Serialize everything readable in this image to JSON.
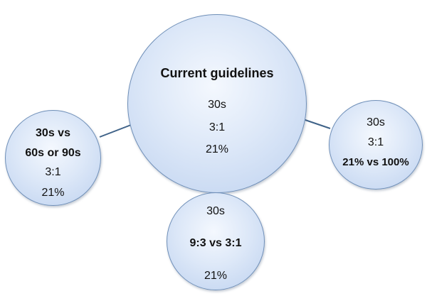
{
  "diagram": {
    "center": {
      "title": "Current guidelines",
      "lines": [
        "30s",
        "3:1",
        "21%"
      ]
    },
    "left": {
      "lines": [
        "30s vs",
        "60s or 90s",
        "3:1",
        "21%"
      ]
    },
    "right": {
      "lines": [
        "30s",
        "3:1",
        "21% vs 100%"
      ]
    },
    "bottom": {
      "lines": [
        "30s",
        "9:3 vs 3:1",
        "21%"
      ]
    }
  },
  "colors": {
    "bubble_fill": "#dde8f8",
    "bubble_border": "#6f8fb8",
    "connector": "#3f6288"
  }
}
